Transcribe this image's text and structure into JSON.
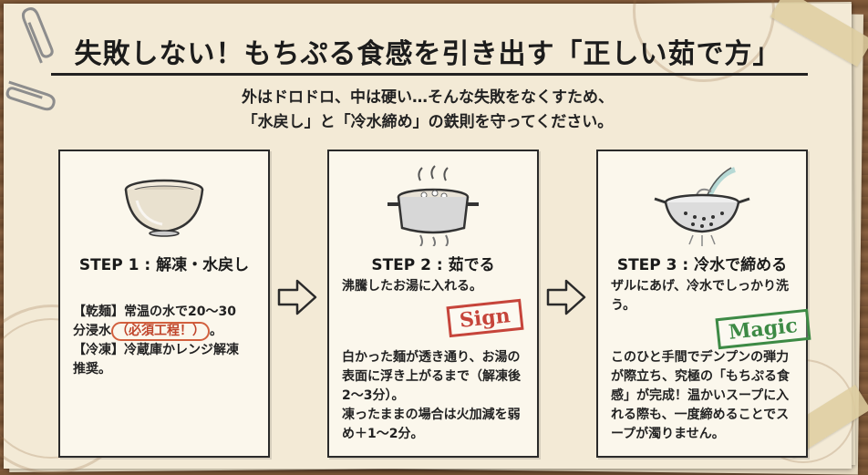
{
  "title": "失敗しない！もちぷる食感を引き出す「正しい茹で方」",
  "subtitle": {
    "line1": "外はドロドロ、中は硬い…そんな失敗をなくすため、",
    "line2": "「水戻し」と「冷水締め」の鉄則を守ってください。"
  },
  "steps": [
    {
      "title": "STEP 1 : 解凍・水戻し",
      "icon": "bowl-icon",
      "line1": "【乾麺】常温の水で20〜30",
      "line2_prefix": "分浸水",
      "highlight": "（必須工程！）",
      "line2_suffix": "。",
      "line3": "【冷凍】冷蔵庫かレンジ解凍",
      "line4": "推奨。"
    },
    {
      "title": "STEP 2 : 茹でる",
      "icon": "boiling-pot-icon",
      "intro": "沸騰したお湯に入れる。",
      "stamp": "Sign",
      "p1": "白かった麺が透き通り、お湯の表面に浮き上がるまで（解凍後2〜3分）。",
      "p2": "凍ったままの場合は火加減を弱め＋1〜2分。"
    },
    {
      "title": "STEP 3 : 冷水で締める",
      "icon": "colander-icon",
      "intro": "ザルにあげ、冷水でしっかり洗う。",
      "stamp": "Magic",
      "p1": "このひと手間でデンプンの弾力が際立ち、究極の「もちぷる食感」が完成！温かいスープに入れる際も、一度締めることでスープが濁りません。"
    }
  ],
  "colors": {
    "stamp_red": "#c6443a",
    "stamp_green": "#3d8a45",
    "highlight": "#c0452b"
  }
}
